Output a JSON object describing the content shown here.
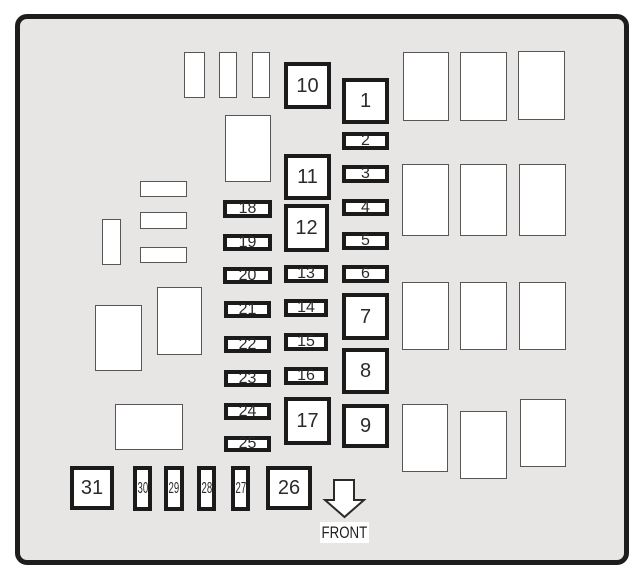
{
  "diagram": {
    "kind": "fuse-box-layout",
    "panel_bg_color": "#e7e6e4",
    "panel_border_color": "#1d1d1d",
    "fuse_border_color": "#1b1b1b",
    "slot_border_color": "#565656"
  },
  "front_indicator": {
    "icon": "down-arrow",
    "label": "FRONT"
  },
  "fuse_labels": {
    "1": "1",
    "2": "2",
    "3": "3",
    "4": "4",
    "5": "5",
    "6": "6",
    "7": "7",
    "8": "8",
    "9": "9",
    "10": "10",
    "11": "11",
    "12": "12",
    "13": "13",
    "14": "14",
    "15": "15",
    "16": "16",
    "17": "17",
    "18": "18",
    "19": "19",
    "20": "20",
    "21": "21",
    "22": "22",
    "23": "23",
    "24": "24",
    "25": "25",
    "26": "26",
    "27": "27",
    "28": "28",
    "29": "29",
    "30": "30",
    "31": "31"
  }
}
